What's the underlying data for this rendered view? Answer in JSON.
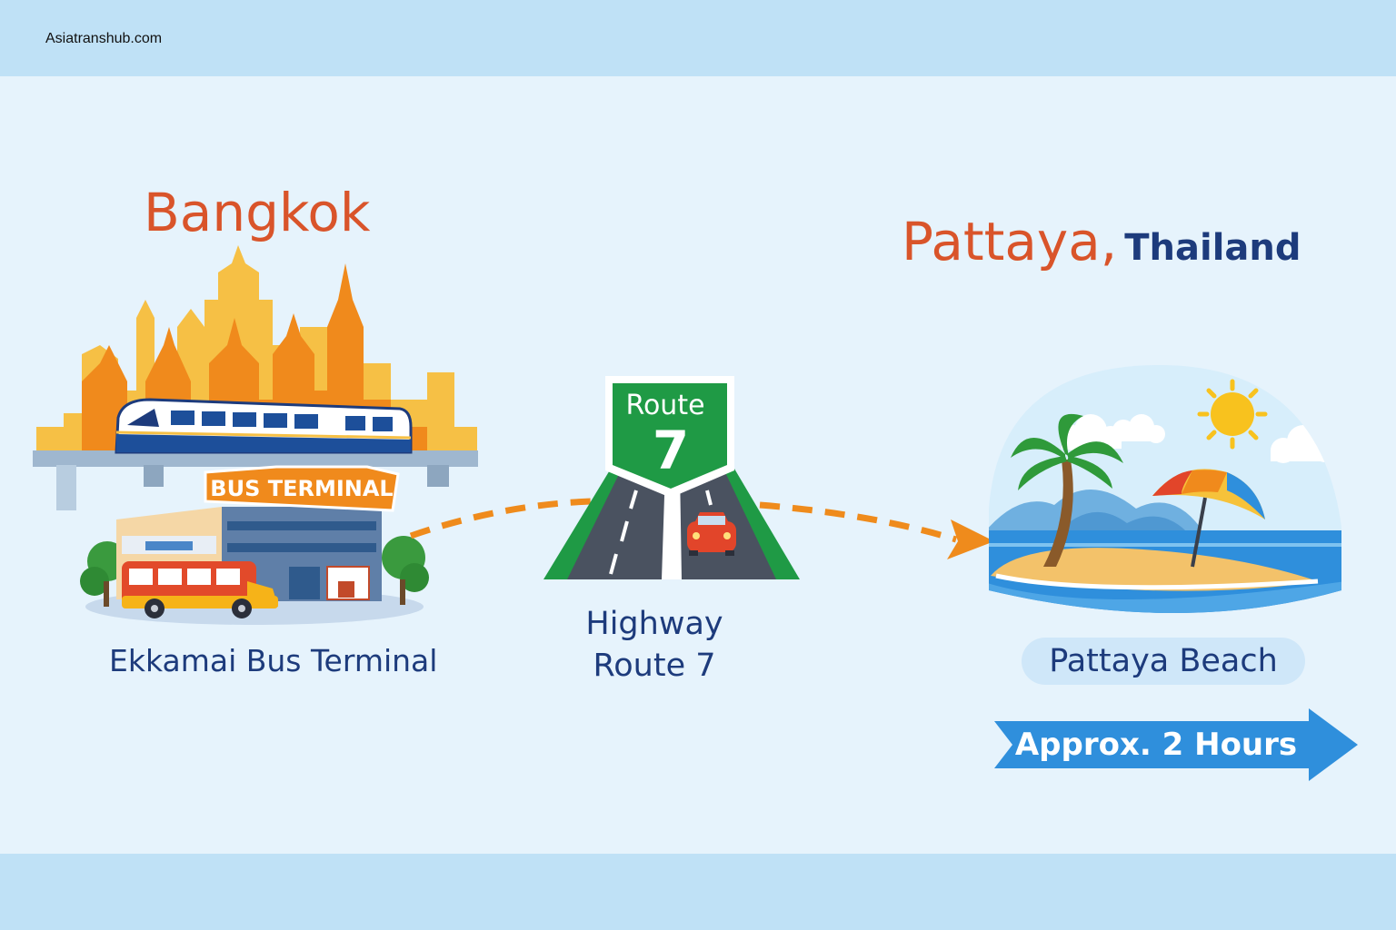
{
  "brand": "Asiatranshub.com",
  "origin": {
    "city": "Bangkok",
    "sign": "BUS TERMINAL",
    "terminal": "Ekkamai Bus Terminal"
  },
  "highway": {
    "sign_word": "Route",
    "sign_number": "7",
    "line1": "Highway",
    "line2": "Route 7"
  },
  "destination": {
    "city": "Pattaya,",
    "country": "Thailand",
    "beach": "Pattaya Beach"
  },
  "duration": "Approx. 2 Hours",
  "colors": {
    "accent_orange": "#ef8b1c",
    "title_red": "#d9542a",
    "navy": "#1d3b7c",
    "route_green": "#1f9a45",
    "arrow_blue": "#2f8fdc"
  }
}
